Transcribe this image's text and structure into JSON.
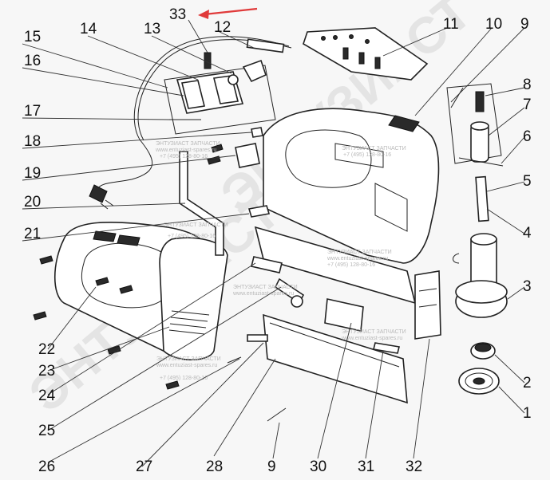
{
  "labels": {
    "l1": "1",
    "l2": "2",
    "l3": "3",
    "l4": "4",
    "l5": "5",
    "l6": "6",
    "l7": "7",
    "l8": "8",
    "l9a": "9",
    "l9b": "9",
    "l10": "10",
    "l11": "11",
    "l12": "12",
    "l13": "13",
    "l14": "14",
    "l15": "15",
    "l16": "16",
    "l17": "17",
    "l18": "18",
    "l19": "19",
    "l20": "20",
    "l21": "21",
    "l22": "22",
    "l23": "23",
    "l24": "24",
    "l25": "25",
    "l26": "26",
    "l27": "27",
    "l28": "28",
    "l30": "30",
    "l31": "31",
    "l32": "32",
    "l33": "33"
  },
  "watermark": {
    "big": "ЭНТУЗИАСТ",
    "company": "ЭНТУЗИАСТ ЗАПЧАСТИ",
    "site": "www.entuziast-spares.ru",
    "phone": "+7 (495) 128-80-16"
  },
  "colors": {
    "arrow": "#e03a3a",
    "ink": "#222222"
  }
}
